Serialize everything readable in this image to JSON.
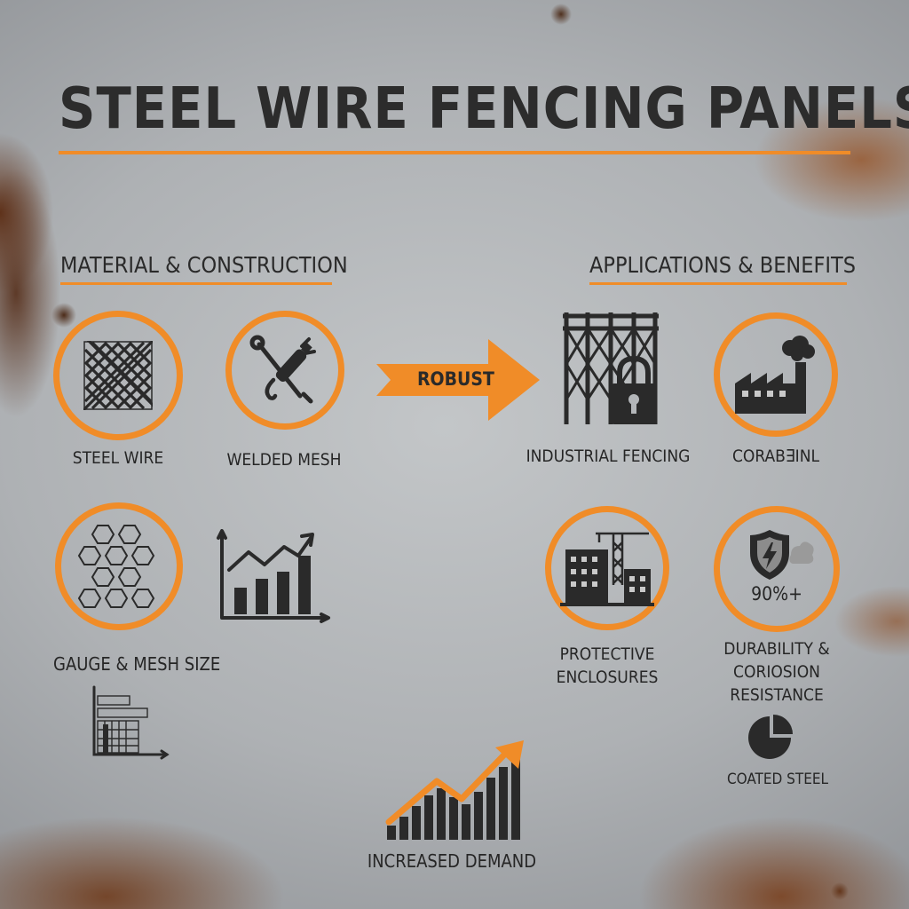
{
  "title": "STEEL WIRE FENCING PANELS",
  "colors": {
    "accent": "#f08c28",
    "text": "#2a2a2a",
    "metal": "#b3b6b9",
    "rust": "#6e3617"
  },
  "left_section": {
    "heading": "MATERIAL & CONSTRUCTION",
    "items": [
      {
        "label": "STEEL WIRE",
        "icon": "woven-mesh-icon"
      },
      {
        "label": "WELDED MESH",
        "icon": "welding-tools-icon"
      },
      {
        "label": "GAUGE & MESH SIZE",
        "icon": "hexagon-mesh-icon"
      }
    ]
  },
  "arrow": {
    "label": "ROBUST",
    "icon": "right-arrow-icon"
  },
  "right_section": {
    "heading": "APPLICATIONS & BENEFITS",
    "items": [
      {
        "label": "INDUSTRIAL FENCING",
        "icon": "fence-padlock-icon"
      },
      {
        "label": "CORAB∃INL",
        "icon": "factory-icon"
      },
      {
        "label_lines": [
          "PROTECTIVE",
          "ENCLOSURES"
        ],
        "icon": "construction-crane-icon"
      },
      {
        "label_lines": [
          "DURABILITY &",
          "CORIOSION",
          "RESISTANCE"
        ],
        "stat": "90%+",
        "icon": "shield-cloud-icon"
      },
      {
        "label": "COATED STEEL",
        "icon": "pie-chart-icon"
      }
    ]
  },
  "bottom": {
    "label": "INCREASED DEMAND",
    "icon": "rising-bars-arrow-icon"
  },
  "extra_icons": [
    "growth-chart-icon",
    "bar-grid-chart-icon"
  ]
}
